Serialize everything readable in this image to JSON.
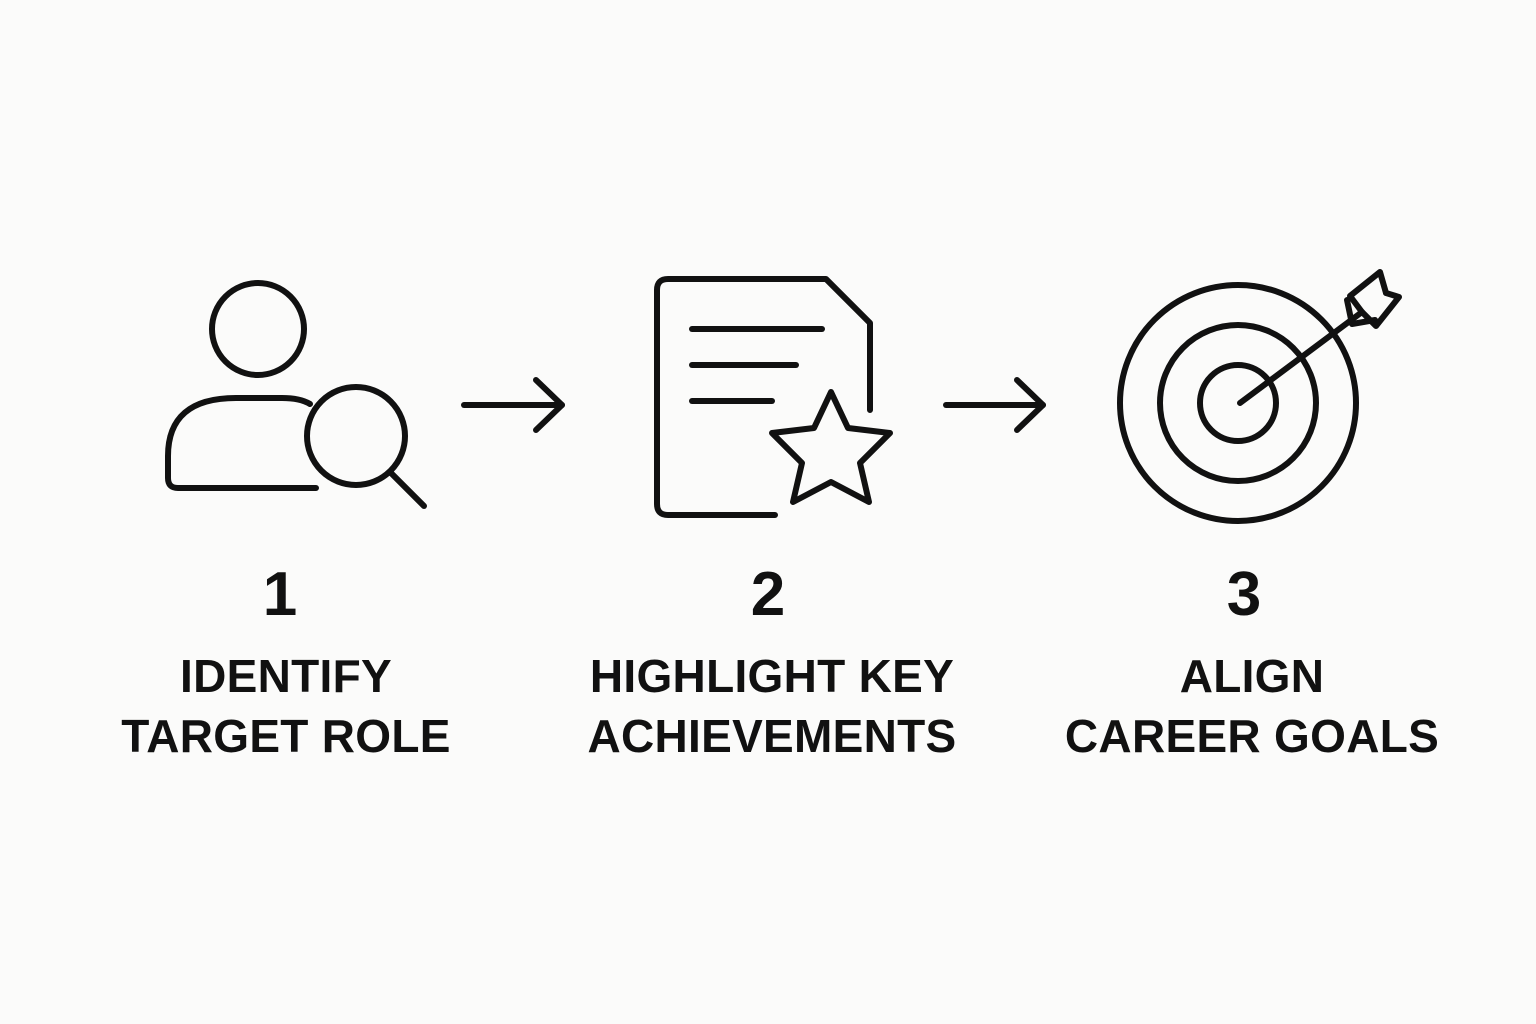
{
  "steps": [
    {
      "number": "1",
      "line1": "IDENTIFY",
      "line2": "TARGET ROLE",
      "icon": "user-search-icon"
    },
    {
      "number": "2",
      "line1": "HIGHLIGHT KEY",
      "line2": "ACHIEVEMENTS",
      "icon": "document-star-icon"
    },
    {
      "number": "3",
      "line1": "ALIGN",
      "line2": "CAREER GOALS",
      "icon": "target-arrow-icon"
    }
  ],
  "connectors": [
    "arrow-right-icon",
    "arrow-right-icon"
  ],
  "colors": {
    "background": "#fbfbfa",
    "foreground": "#111111"
  }
}
